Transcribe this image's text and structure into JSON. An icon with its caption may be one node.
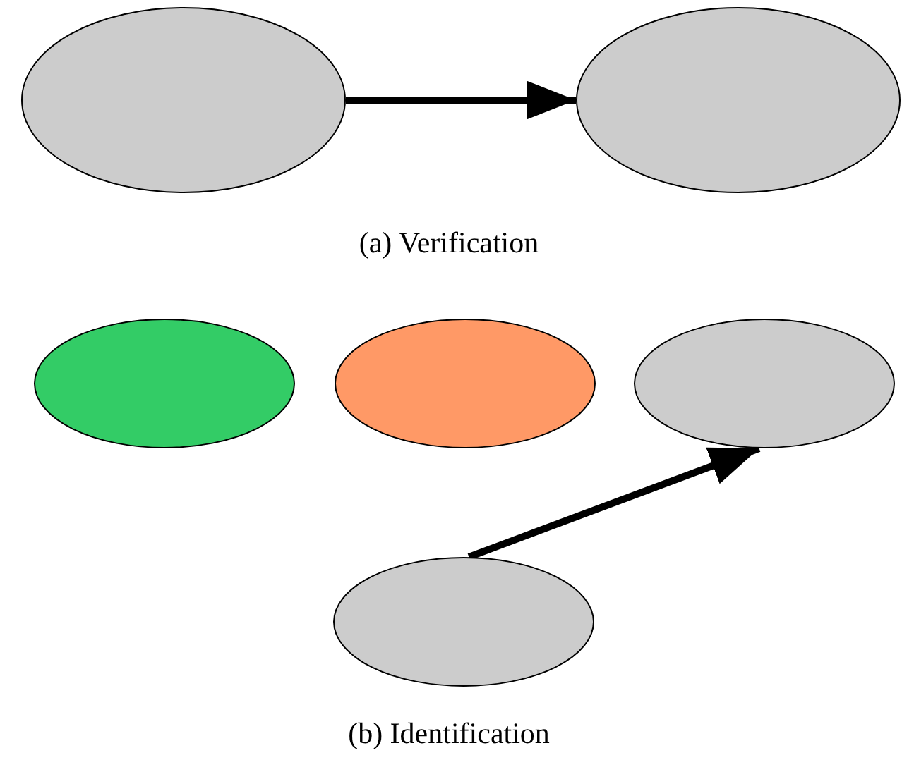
{
  "diagram": {
    "nodes": [
      {
        "text": [],
        "shape": "ellipse"
      },
      {
        "text": [],
        "shape": "ellipse"
      },
      {
        "text": [],
        "shape": "ellipse"
      },
      {
        "text": [],
        "shape": "ellipse"
      },
      {
        "text": [],
        "shape": "ellipse"
      },
      {
        "text": [],
        "shape": "ellipse"
      }
    ],
    "edges": [
      {
        "from": 0,
        "to": 1,
        "arrow": "to"
      },
      {
        "from": 5,
        "to": 4,
        "arrow": "to"
      }
    ],
    "labels": [
      "(a) Verification",
      "(b) Identification"
    ]
  }
}
